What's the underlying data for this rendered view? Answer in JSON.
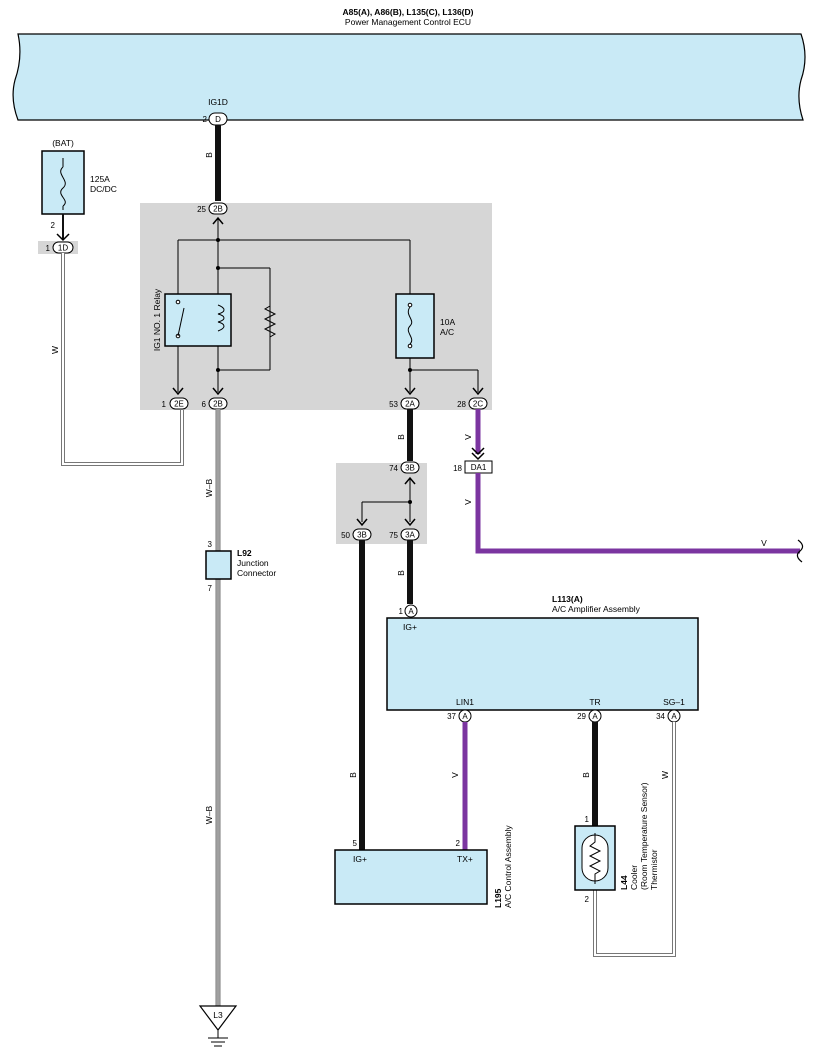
{
  "ecu": {
    "codes": "A85(A), A86(B), L135(C), L136(D)",
    "name": "Power Management Control ECU",
    "terminal": "IG1D",
    "pin_num": "2",
    "pin_letter": "D"
  },
  "fuse_bat": {
    "label": "(BAT)",
    "rating": "125A",
    "name": "DC/DC",
    "pin_num": "2"
  },
  "conn_1d": {
    "num": "1",
    "letter": "1D"
  },
  "jb": {
    "c25": {
      "num": "25",
      "letter": "2B"
    },
    "c1": {
      "num": "1",
      "letter": "2E"
    },
    "c6": {
      "num": "6",
      "letter": "2B"
    },
    "c53": {
      "num": "53",
      "letter": "2A"
    },
    "c28": {
      "num": "28",
      "letter": "2C"
    },
    "relay": "IG1 NO. 1 Relay",
    "fuse_rating": "10A",
    "fuse_name": "A/C"
  },
  "jb2": {
    "c74": {
      "num": "74",
      "letter": "3B"
    },
    "c50": {
      "num": "50",
      "letter": "3B"
    },
    "c75": {
      "num": "75",
      "letter": "3A"
    }
  },
  "da1": {
    "num": "18",
    "label": "DA1"
  },
  "wires": {
    "b": "B",
    "w": "W",
    "wb": "W–B",
    "v": "V"
  },
  "l92": {
    "code": "L92",
    "line1": "Junction",
    "line2": "Connector",
    "pin_top": "3",
    "pin_bot": "7"
  },
  "amp": {
    "code": "L113(A)",
    "name": "A/C Amplifier Assembly",
    "ig_pin": "1",
    "ig_letter": "A",
    "ig_label": "IG+",
    "lin1": "LIN1",
    "lin1_pin": "37",
    "tr": "TR",
    "tr_pin": "29",
    "sg": "SG–1",
    "sg_pin": "34",
    "letter": "A"
  },
  "l195": {
    "code": "L195",
    "name": "A/C Control Assembly",
    "ig": "IG+",
    "tx": "TX+",
    "pin_ig": "5",
    "pin_tx": "2"
  },
  "l44": {
    "code": "L44",
    "line1": "Cooler",
    "line2": "(Room Temperature Sensor)",
    "line3": "Thermistor",
    "pin_top": "1",
    "pin_bot": "2"
  },
  "ground": {
    "label": "L3"
  },
  "colors": {
    "box": "#c9eaf6",
    "junction_block": "#d6d6d6",
    "violet": "#7b35a0",
    "wire_black": "#111111"
  }
}
